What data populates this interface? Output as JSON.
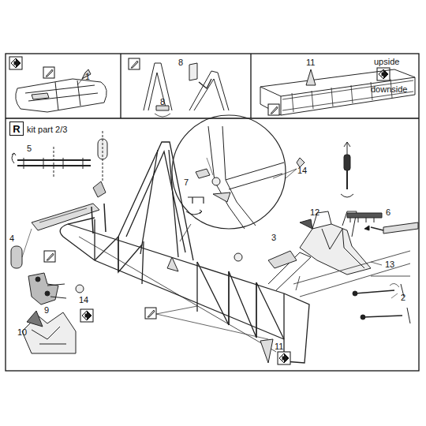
{
  "diagram": {
    "nodes": [
      {
        "text": [
          "R"
        ]
      }
    ],
    "labels": [
      "1",
      "8",
      "8",
      "11",
      "upside",
      "downside",
      "kit part 2/3",
      "5",
      "4",
      "14",
      "7",
      "3",
      "6",
      "12",
      "13",
      "2",
      "9",
      "10",
      "14",
      "11"
    ]
  }
}
